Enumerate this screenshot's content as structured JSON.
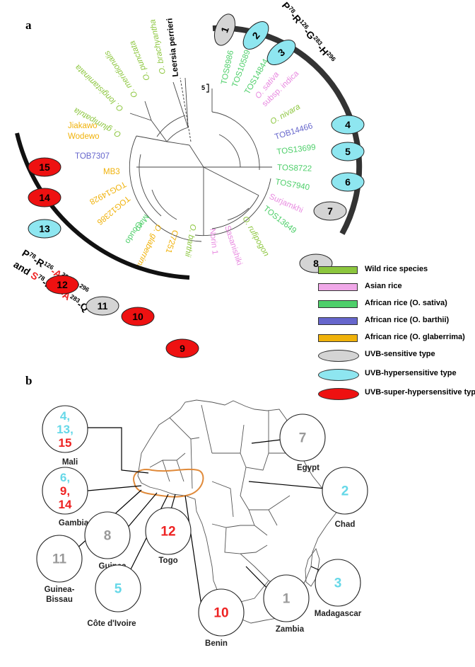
{
  "panels": {
    "a": "a",
    "b": "b"
  },
  "tree": {
    "leaves": [
      {
        "label": "TOS8986",
        "color": "#4ecf6a"
      },
      {
        "label": "TOS10589",
        "color": "#4ecf6a"
      },
      {
        "label": "TOS14844",
        "color": "#4ecf6a"
      },
      {
        "label": "O. sativa",
        "color": "#e88ae0"
      },
      {
        "label": "subsp. indica",
        "color": "#e88ae0"
      },
      {
        "label": "O. nivara",
        "color": "#8cc63e"
      },
      {
        "label": "TOB14466",
        "color": "#6666cc"
      },
      {
        "label": "TOS13699",
        "color": "#4ecf6a"
      },
      {
        "label": "TOS8722",
        "color": "#4ecf6a"
      },
      {
        "label": "TOS7940",
        "color": "#4ecf6a"
      },
      {
        "label": "Surjamkhi",
        "color": "#e88ae0"
      },
      {
        "label": "TOS13649",
        "color": "#4ecf6a"
      },
      {
        "label": "O. rufipogon",
        "color": "#8cc63e"
      },
      {
        "label": "Sasanishiki",
        "color": "#e88ae0"
      },
      {
        "label": "Norin 1",
        "color": "#e88ae0"
      },
      {
        "label": "O. barthii",
        "color": "#8cc63e"
      },
      {
        "label": "C7251",
        "color": "#f0b20a"
      },
      {
        "label": "O. glaberrima",
        "color": "#f0b20a"
      },
      {
        "label": "Maro",
        "color": "#4ecf6a"
      },
      {
        "label": "Goudo",
        "color": "#4ecf6a"
      },
      {
        "label": "TOG12386",
        "color": "#f0b20a"
      },
      {
        "label": "TOG14928",
        "color": "#f0b20a"
      },
      {
        "label": "MB3",
        "color": "#f0b20a"
      },
      {
        "label": "TOB7307",
        "color": "#6666cc"
      },
      {
        "label": "Jiakawo",
        "color": "#f0b20a"
      },
      {
        "label": "Wodewo",
        "color": "#f0b20a"
      },
      {
        "label": "O. glumipatula",
        "color": "#8cc63e"
      },
      {
        "label": "O. longistaminata",
        "color": "#8cc63e"
      },
      {
        "label": "O. meridionalis",
        "color": "#8cc63e"
      },
      {
        "label": "O. punctata",
        "color": "#8cc63e"
      },
      {
        "label": "O. brachyantha",
        "color": "#8cc63e"
      },
      {
        "label": "Leersia perrieri",
        "color": "#000000"
      }
    ],
    "scale_label": "5",
    "ovals": [
      {
        "n": "1",
        "type": "sensitive"
      },
      {
        "n": "2",
        "type": "hyper"
      },
      {
        "n": "3",
        "type": "hyper"
      },
      {
        "n": "4",
        "type": "hyper"
      },
      {
        "n": "5",
        "type": "hyper"
      },
      {
        "n": "6",
        "type": "hyper"
      },
      {
        "n": "7",
        "type": "sensitive"
      },
      {
        "n": "8",
        "type": "sensitive"
      },
      {
        "n": "9",
        "type": "super"
      },
      {
        "n": "10",
        "type": "super"
      },
      {
        "n": "11",
        "type": "sensitive"
      },
      {
        "n": "12",
        "type": "super"
      },
      {
        "n": "13",
        "type": "hyper"
      },
      {
        "n": "14",
        "type": "super"
      },
      {
        "n": "15",
        "type": "super"
      }
    ],
    "arc1_label": [
      "P",
      "78",
      "-R",
      "126",
      "-G",
      "283",
      "-H",
      "296"
    ],
    "arc2_line1": [
      "P",
      "78",
      "-R",
      "126",
      "-A",
      "283",
      "-Q",
      "296"
    ],
    "arc2_line2": [
      "and ",
      "S",
      "78",
      "-R",
      "126",
      "-A",
      "283",
      "-Q",
      "296"
    ]
  },
  "legend": {
    "colors": [
      {
        "label": "Wild rice species",
        "color": "#8cc63e"
      },
      {
        "label": "Asian rice",
        "color": "#f0a8e8"
      },
      {
        "label": "African rice (O. sativa)",
        "color": "#4ecf6a"
      },
      {
        "label": "African rice (O. barthii)",
        "color": "#6666cc"
      },
      {
        "label": "African rice (O. glaberrima)",
        "color": "#f0b20a"
      }
    ],
    "types": [
      {
        "label": "UVB-sensitive type",
        "color": "#d4d4d4"
      },
      {
        "label": "UVB-hypersensitive type",
        "color": "#8ee6f0"
      },
      {
        "label": "UVB-super-hypersensitive type",
        "color": "#ee1111"
      }
    ]
  },
  "map": {
    "circles": [
      {
        "country": "Mali",
        "lines": [
          {
            "t": "4,",
            "c": "#66d8e8"
          },
          {
            "t": "13,",
            "c": "#66d8e8"
          },
          {
            "t": "15",
            "c": "#ee2222"
          }
        ]
      },
      {
        "country": "Gambia",
        "lines": [
          {
            "t": "6,",
            "c": "#66d8e8"
          },
          {
            "t": "9,",
            "c": "#ee2222"
          },
          {
            "t": "14",
            "c": "#ee2222"
          }
        ]
      },
      {
        "country": "Guinea-",
        "country2": "Bissau",
        "lines": [
          {
            "t": "11",
            "c": "#999999"
          }
        ]
      },
      {
        "country": "Guinea",
        "lines": [
          {
            "t": "8",
            "c": "#999999"
          }
        ]
      },
      {
        "country": "Côte d'Ivoire",
        "lines": [
          {
            "t": "5",
            "c": "#66d8e8"
          }
        ]
      },
      {
        "country": "Togo",
        "lines": [
          {
            "t": "12",
            "c": "#ee2222"
          }
        ]
      },
      {
        "country": "Benin",
        "lines": [
          {
            "t": "10",
            "c": "#ee2222"
          }
        ]
      },
      {
        "country": "Egypt",
        "lines": [
          {
            "t": "7",
            "c": "#999999"
          }
        ]
      },
      {
        "country": "Chad",
        "lines": [
          {
            "t": "2",
            "c": "#66d8e8"
          }
        ]
      },
      {
        "country": "Madagascar",
        "lines": [
          {
            "t": "3",
            "c": "#66d8e8"
          }
        ]
      },
      {
        "country": "Zambia",
        "lines": [
          {
            "t": "1",
            "c": "#999999"
          }
        ]
      }
    ]
  }
}
